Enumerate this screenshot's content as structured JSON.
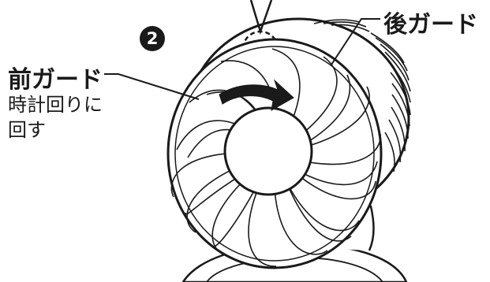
{
  "step": {
    "number": "2"
  },
  "labels": {
    "rear_guard": "後ガード",
    "front_guard": "前ガード",
    "instruction_line1": "時計回りに",
    "instruction_line2": "回す"
  },
  "colors": {
    "ink": "#1a1a1a",
    "background": "#ffffff"
  }
}
